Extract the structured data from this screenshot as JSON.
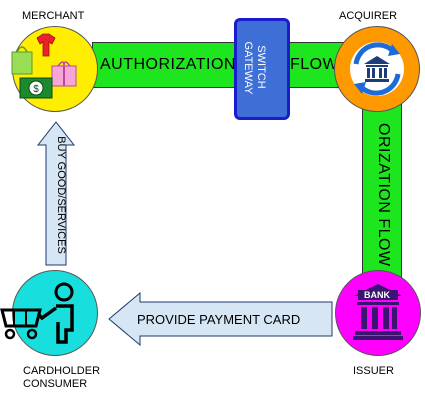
{
  "nodes": {
    "merchant": {
      "label": "MERCHANT",
      "color": "#ffee00"
    },
    "acquirer": {
      "label": "ACQUIRER",
      "color": "#ff9900"
    },
    "issuer": {
      "label": "ISSUER",
      "color": "#ff00ff",
      "bank_sign": "BANK"
    },
    "cardholder": {
      "label_line1": "CARDHOLDER",
      "label_line2": "CONSUMER",
      "color": "#19dede"
    }
  },
  "flows": {
    "top_left": "AUTHORIZATION",
    "top_right": "FLOW",
    "right_vertical": "ORIZATION FLOW",
    "color": "#1ee61e"
  },
  "switch_gateway": {
    "line1": "SWITCH",
    "line2": "GATEWAY",
    "color": "#3d6fd6"
  },
  "arrows": {
    "buy": "BUY GOOD/SERVICES",
    "provide": "PROVIDE PAYMENT CARD",
    "color": "#d6e6f5"
  }
}
